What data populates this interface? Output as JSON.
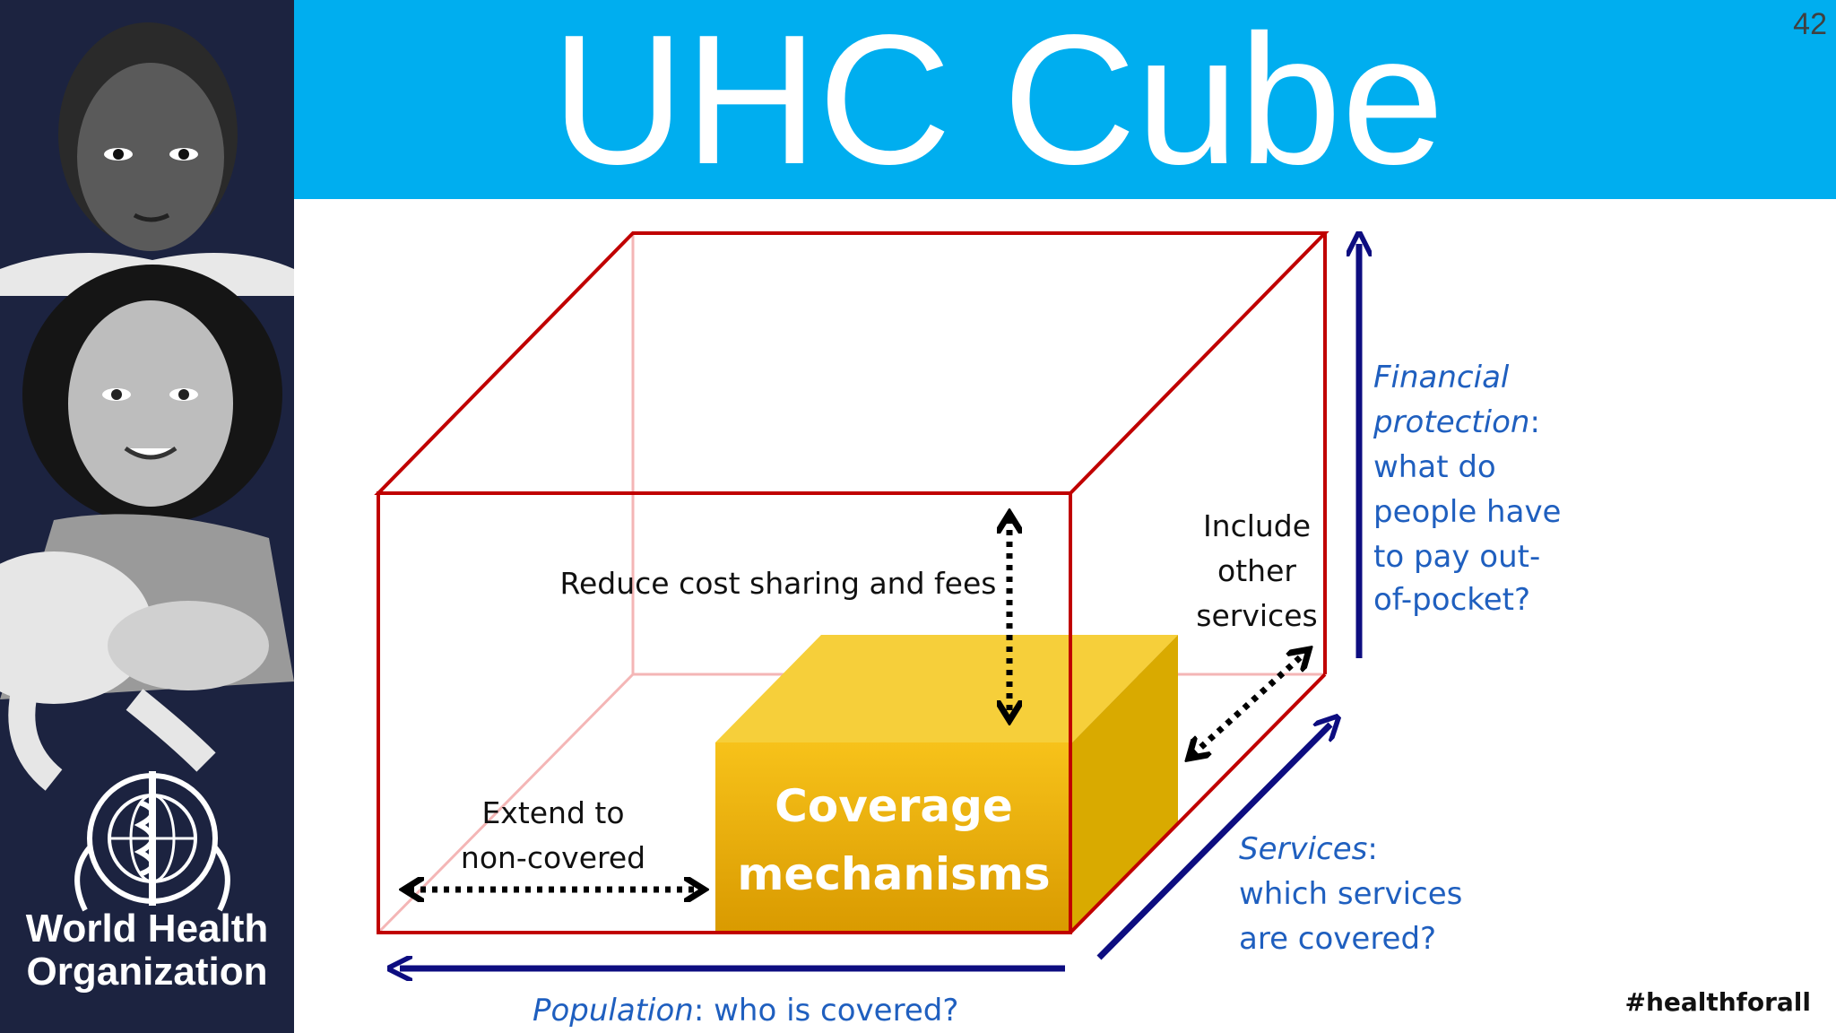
{
  "slide": {
    "title": "UHC Cube",
    "page_number": "42",
    "hashtag": "#healthforall"
  },
  "organization": {
    "name_line1": "World Health",
    "name_line2": "Organization",
    "emblem_icon": "who-emblem-icon"
  },
  "diagram": {
    "inner_box_label_line1": "Coverage",
    "inner_box_label_line2": "mechanisms",
    "reduce_cost_label": "Reduce cost sharing and fees",
    "include_services_line1": "Include",
    "include_services_line2": "other",
    "include_services_line3": "services",
    "extend_line1": "Extend to",
    "extend_line2": "non-covered",
    "financial_term": "Financial",
    "financial_term2": "protection",
    "financial_colon": ":",
    "financial_q1": "what do",
    "financial_q2": "people have",
    "financial_q3": "to pay out-",
    "financial_q4": "of-pocket?",
    "services_term": "Services",
    "services_colon": ":",
    "services_q1": "which services",
    "services_q2": "are covered?",
    "population_term": "Population",
    "population_q": ": who is covered?"
  },
  "colors": {
    "header": "#00aeef",
    "cube_edge": "#c00000",
    "axis_arrow": "#0d0d80",
    "axis_text": "#1f5fbf",
    "inner_box": "#f2b600",
    "sidebar": "#1c2340"
  }
}
